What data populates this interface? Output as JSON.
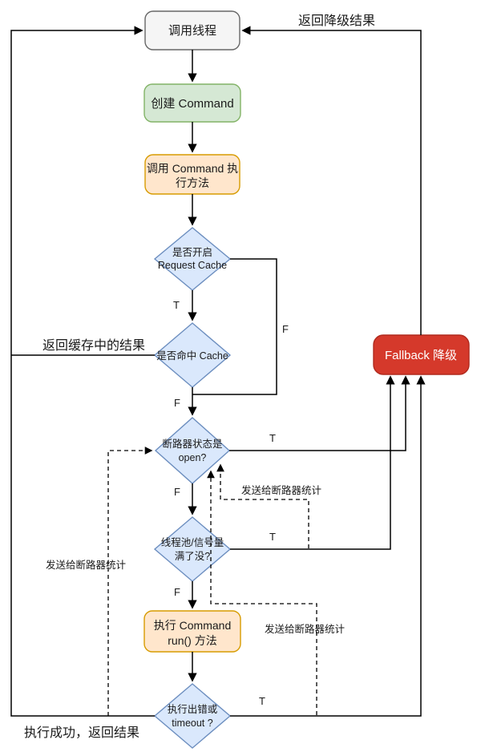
{
  "diagram": {
    "type": "flowchart",
    "nodes": {
      "caller": {
        "label": "调用线程"
      },
      "create_command": {
        "label": "创建 Command"
      },
      "invoke_command": {
        "line1": "调用 Command 执",
        "line2": "行方法"
      },
      "request_cache_enabled": {
        "line1": "是否开启",
        "line2": "Request Cache"
      },
      "cache_hit": {
        "label": "是否命中 Cache"
      },
      "circuit_open": {
        "line1": "断路器状态是",
        "line2": "open?"
      },
      "pool_full": {
        "line1": "线程池/信号量",
        "line2": "满了没?"
      },
      "run_command": {
        "line1": "执行 Command",
        "line2": "run() 方法"
      },
      "error_or_timeout": {
        "line1": "执行出错或",
        "line2": "timeout ?"
      },
      "fallback": {
        "label": "Fallback 降级"
      }
    },
    "edge_labels": {
      "return_fallback_result": "返回降级结果",
      "return_cached_result": "返回缓存中的结果",
      "success_return_result": "执行成功，返回结果",
      "send_stats_left": "发送给断路器统计",
      "send_stats_mid": "发送给断路器统计",
      "send_stats_right": "发送给断路器统计",
      "t_request_cache": "T",
      "f_request_cache": "F",
      "f_cache_hit": "F",
      "t_circuit_open": "T",
      "f_circuit_open": "F",
      "t_pool_full": "T",
      "f_pool_full": "F",
      "t_error_timeout": "T"
    },
    "colors": {
      "node_gray_fill": "#f5f5f5",
      "node_gray_stroke": "#666666",
      "node_green_fill": "#d5e8d4",
      "node_green_stroke": "#82b366",
      "node_orange_fill": "#ffe6cc",
      "node_orange_stroke": "#d79b00",
      "node_blue_fill": "#dae8fc",
      "node_blue_stroke": "#6c8ebf",
      "node_red_fill": "#d5392b",
      "node_red_stroke": "#b02a1e",
      "edge_color": "#000000"
    }
  }
}
